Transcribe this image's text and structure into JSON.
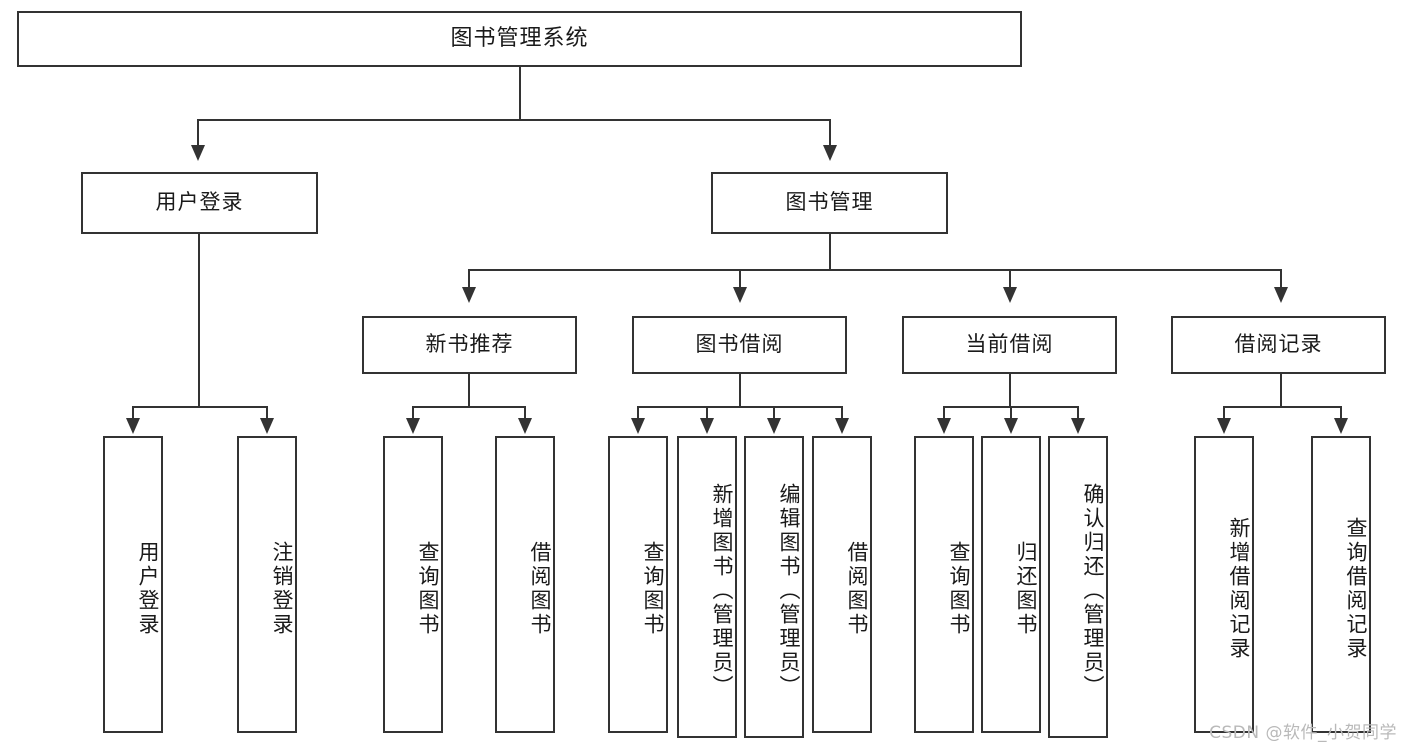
{
  "diagram": {
    "title": "图书管理系统",
    "type": "tree-hierarchy-chart",
    "root": {
      "id": "root",
      "label": "图书管理系统"
    },
    "level2": [
      {
        "id": "user-login",
        "label": "用户登录"
      },
      {
        "id": "book-manage",
        "label": "图书管理"
      }
    ],
    "level3": [
      {
        "id": "new-book-recommend",
        "label": "新书推荐",
        "parent": "book-manage"
      },
      {
        "id": "book-borrow",
        "label": "图书借阅",
        "parent": "book-manage"
      },
      {
        "id": "current-borrow",
        "label": "当前借阅",
        "parent": "book-manage"
      },
      {
        "id": "borrow-record",
        "label": "借阅记录",
        "parent": "book-manage"
      }
    ],
    "leaves": {
      "user_login": [
        {
          "id": "leaf-user-login",
          "label": "用户登录"
        },
        {
          "id": "leaf-logout",
          "label": "注销登录"
        }
      ],
      "new_book_recommend": [
        {
          "id": "leaf-query-book-1",
          "label": "查询图书"
        },
        {
          "id": "leaf-borrow-book-1",
          "label": "借阅图书"
        }
      ],
      "book_borrow": [
        {
          "id": "leaf-query-book-2",
          "label": "查询图书"
        },
        {
          "id": "leaf-add-book",
          "label": "新增图书（管理员）"
        },
        {
          "id": "leaf-edit-book",
          "label": "编辑图书（管理员）"
        },
        {
          "id": "leaf-borrow-book-2",
          "label": "借阅图书"
        }
      ],
      "current_borrow": [
        {
          "id": "leaf-query-book-3",
          "label": "查询图书"
        },
        {
          "id": "leaf-return-book",
          "label": "归还图书"
        },
        {
          "id": "leaf-confirm-return",
          "label": "确认归还（管理员）"
        }
      ],
      "borrow_record": [
        {
          "id": "leaf-add-record",
          "label": "新增借阅记录"
        },
        {
          "id": "leaf-query-record",
          "label": "查询借阅记录"
        }
      ]
    }
  },
  "watermark": {
    "text": "CSDN @软件_小贺同学"
  },
  "colors": {
    "border": "#333333",
    "background": "#ffffff",
    "text": "#1a1a1a",
    "watermark": "#b9b9b9"
  }
}
